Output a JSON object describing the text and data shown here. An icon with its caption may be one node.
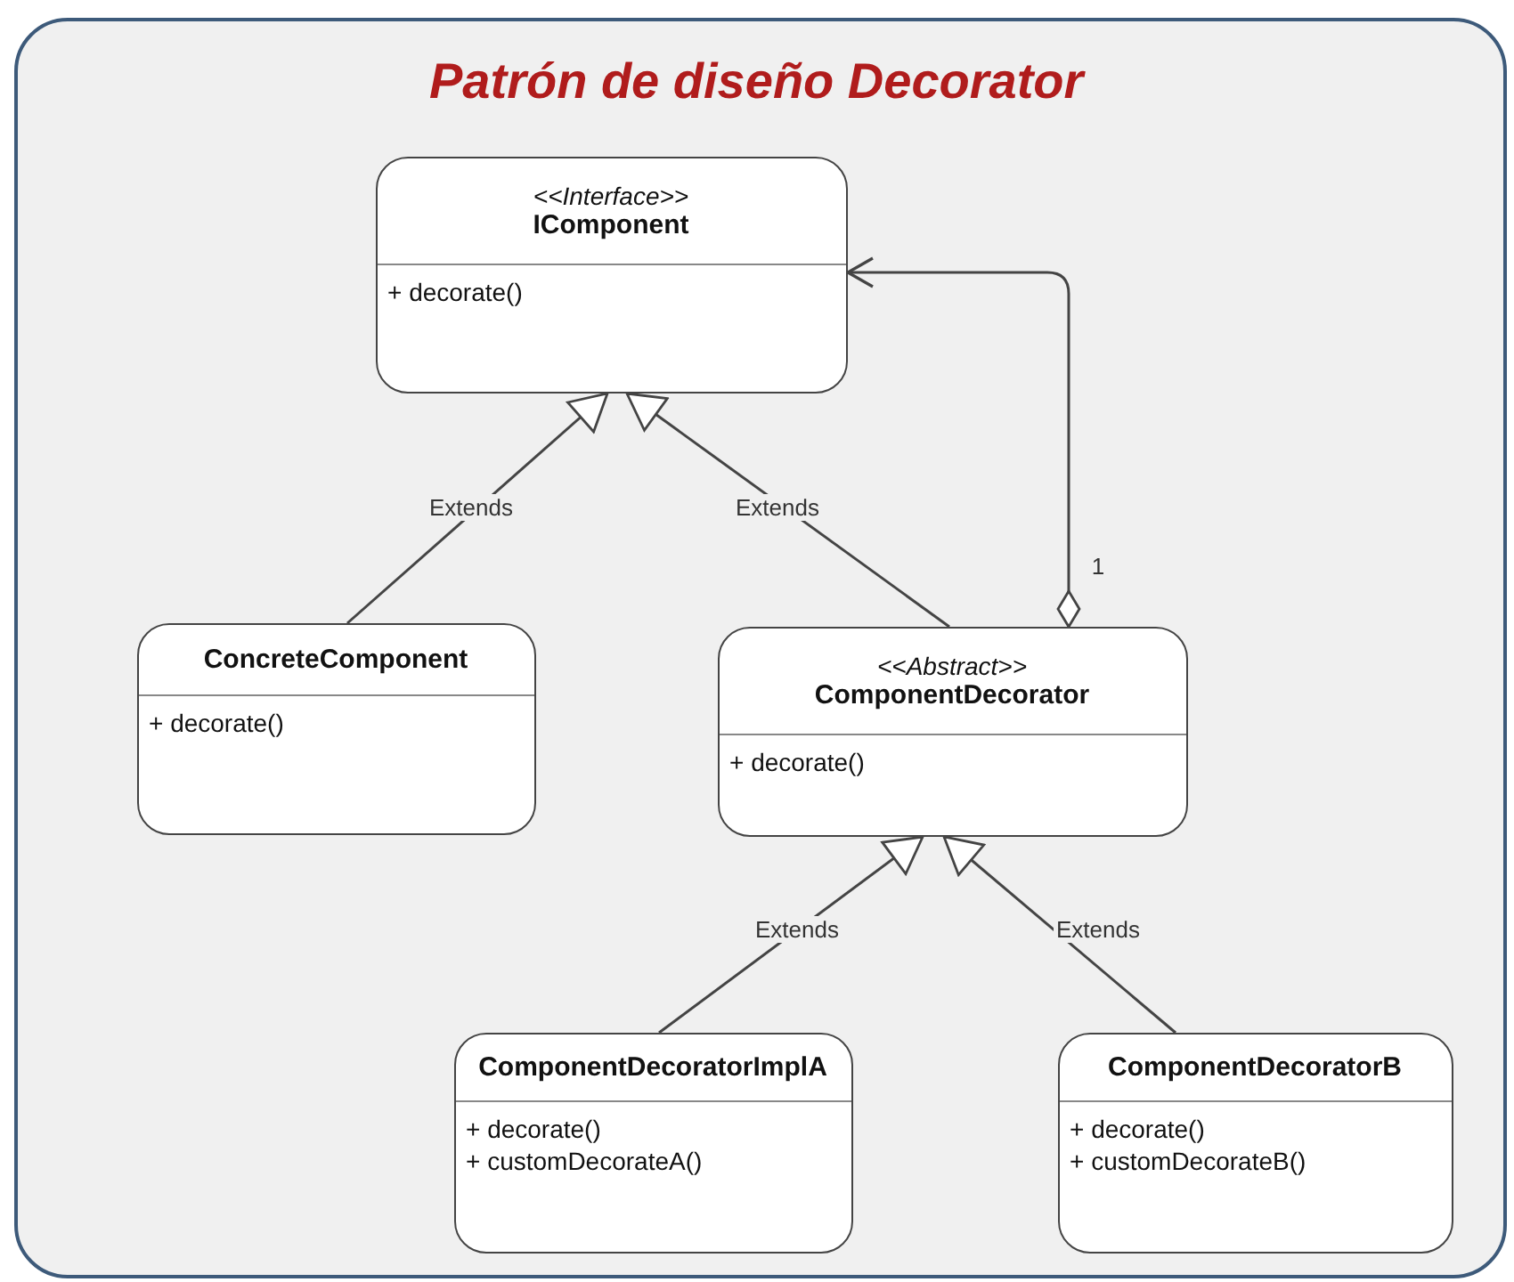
{
  "diagram": {
    "title": "Patrón de diseño Decorator",
    "nodes": [
      {
        "text": [
          "<<Interface>>",
          "IComponent",
          "+ decorate()"
        ]
      },
      {
        "text": [
          "ConcreteComponent",
          "+ decorate()"
        ]
      },
      {
        "text": [
          "<<Abstract>>",
          "ComponentDecorator",
          "+ decorate()"
        ]
      },
      {
        "text": [
          "ComponentDecoratorImplA",
          "+ decorate()",
          "+ customDecorateA()"
        ]
      },
      {
        "text": [
          "ComponentDecoratorB",
          "+ decorate()",
          "+ customDecorateB()"
        ]
      }
    ],
    "edges": [
      {
        "from": 1,
        "to": 0,
        "arrow": "to",
        "label": "Extends"
      },
      {
        "from": 2,
        "to": 0,
        "arrow": "to",
        "label": "Extends"
      },
      {
        "from": 2,
        "to": 0,
        "arrow": "to",
        "label": "1"
      },
      {
        "from": 3,
        "to": 2,
        "arrow": "to",
        "label": "Extends"
      },
      {
        "from": 4,
        "to": 2,
        "arrow": "to",
        "label": "Extends"
      }
    ]
  }
}
